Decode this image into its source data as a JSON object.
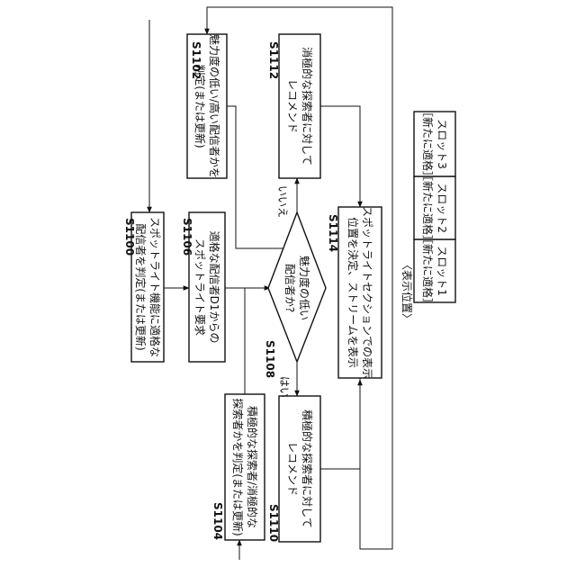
{
  "diagram": {
    "steps": {
      "s1100": {
        "id": "S1100",
        "text": [
          "スポットライト機能に適格な",
          "配信者を判定(または更新)"
        ]
      },
      "s1102": {
        "id": "S1102",
        "text": [
          "魅力度の低い/高い配信者かを",
          "判定(または更新)"
        ]
      },
      "s1104": {
        "id": "S1104",
        "text": [
          "積極的な探索者/消極的な",
          "探索者かを判定(または更新)"
        ]
      },
      "s1106": {
        "id": "S1106",
        "text": [
          "適格な配信者D1からの",
          "スポットライト要求"
        ]
      },
      "s1108": {
        "id": "S1108",
        "text": [
          "魅力度の低い",
          "配信者か?"
        ]
      },
      "s1110": {
        "id": "S1110",
        "text": [
          "積極的な探索者に対して",
          "レコメンド"
        ]
      },
      "s1112": {
        "id": "S1112",
        "text": [
          "消極的な探索者に対して",
          "レコメンド"
        ]
      },
      "s1114": {
        "id": "S1114",
        "text": [
          "スポットライトセクションでの表示",
          "位置を決定、ストリームを表示"
        ]
      }
    },
    "branch_yes": "はい",
    "branch_no": "いいえ",
    "legend": {
      "title": "〈表示位置〉",
      "slots": [
        {
          "name": "スロット1",
          "note": "［新たに適格］"
        },
        {
          "name": "スロット2",
          "note": "［新たに適格］"
        },
        {
          "name": "スロット3",
          "note": "［新たに適格］"
        }
      ]
    }
  }
}
